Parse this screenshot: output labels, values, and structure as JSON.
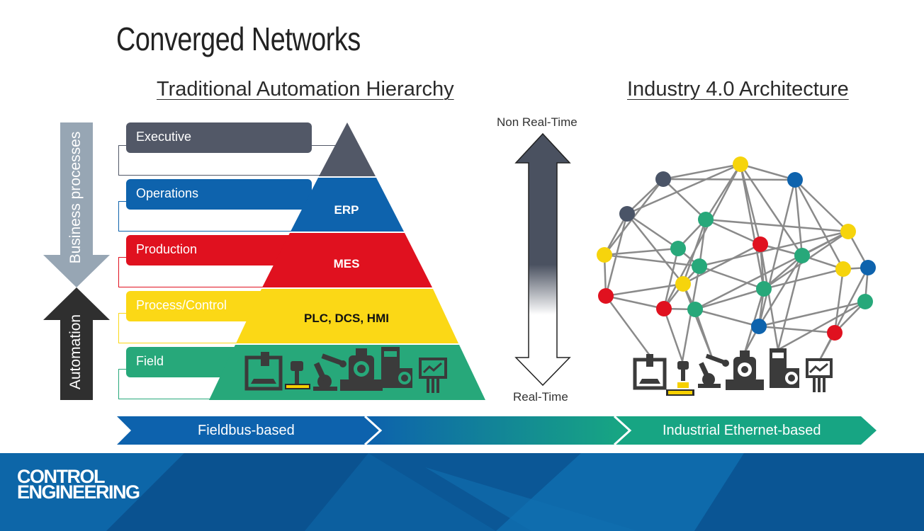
{
  "title": "Converged Networks",
  "left_heading": "Traditional Automation Hierarchy",
  "right_heading": "Industry 4.0 Architecture",
  "side_arrows": {
    "top_label": "Business processes",
    "bottom_label": "Automation"
  },
  "levels": [
    {
      "label": "Executive",
      "color": "#525867"
    },
    {
      "label": "Operations",
      "color": "#0e63ad"
    },
    {
      "label": "Production",
      "color": "#e0111f"
    },
    {
      "label": "Process/Control",
      "color": "#fbd816"
    },
    {
      "label": "Field",
      "color": "#27a87a"
    }
  ],
  "pyramid_labels": [
    "ERP",
    "MES",
    "PLC, DCS, HMI"
  ],
  "timing_arrow": {
    "top_label": "Non Real-Time",
    "bottom_label": "Real-Time"
  },
  "bottom_band": {
    "left_label": "Fieldbus-based",
    "right_label": "Industrial Ethernet-based"
  },
  "logo": {
    "line1": "CONTROL",
    "line2": "ENGINEERING"
  },
  "field_icons": [
    "cnc-machine-icon",
    "push-button-icon",
    "robot-arm-icon",
    "valve-icon",
    "drive-icon",
    "sensor-monitor-icon"
  ]
}
